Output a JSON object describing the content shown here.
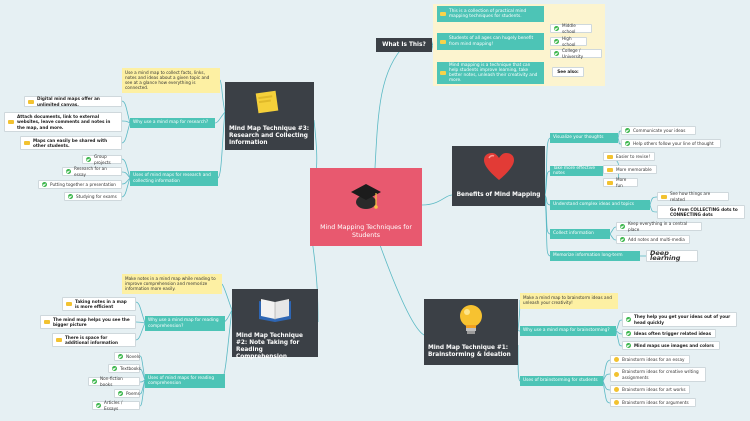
{
  "center": {
    "title": "Mind Mapping Techniques for Students",
    "icon": "graduation-cap-icon"
  },
  "what_is_this": {
    "title": "What Is This?",
    "items": [
      {
        "text": "This is a collection of practical mind mapping techniques for students."
      },
      {
        "text": "Students of all ages can hugely benefit from mind mapping!",
        "children": [
          "Middle school",
          "High school",
          "College / University"
        ]
      },
      {
        "text": "Mind mapping is a technique that can help students improve learning, take better notes, unleash their creativity and more.",
        "tag": "See also:"
      }
    ]
  },
  "benefits": {
    "title": "Benefits of Mind Mapping",
    "icon": "heart-icon",
    "branches": [
      {
        "label": "Visualize your thoughts",
        "children": [
          "Communicate your ideas",
          "Help others follow your line of thought"
        ]
      },
      {
        "label": "Take more effective notes",
        "children": [
          "Easier to revise!",
          "More memorable",
          "More fun"
        ]
      },
      {
        "label": "Understand complex ideas and topics",
        "children": [
          "See how things are related",
          "Go from COLLECTING dots to CONNECTING dots"
        ]
      },
      {
        "label": "Collect information",
        "children": [
          "Keep everything in a central place",
          "Add notes and multi-media"
        ]
      },
      {
        "label": "Memorize information long-term",
        "children": [
          "Deep learning"
        ]
      }
    ]
  },
  "technique3": {
    "title": "Mind Map Technique #3: Research and Collecting Information",
    "icon": "sticky-note-icon",
    "note": "Use a mind map to collect facts, links, notes and ideas about a given topic and see at a glance how everything is connected.",
    "why_label": "Why use a mind map for research?",
    "why_children": [
      "Digital mind maps offer an unlimited canvas.",
      "Attach documents, link to external websites, leave comments and notes in the map, and more.",
      "Maps can easily be shared with other students."
    ],
    "uses_label": "Uses of mind maps for research and collecting information",
    "uses_children": [
      "Group projects",
      "Research for an essay",
      "Putting together a presentation",
      "Studying for exams"
    ]
  },
  "technique2": {
    "title": "Mind Map Technique #2: Note Taking for Reading Comprehension",
    "icon": "book-icon",
    "note": "Make notes in a mind map while reading to improve comprehension and memorize information more easily.",
    "why_label": "Why use a mind map for reading comprehension?",
    "why_children": [
      "Taking notes in a map is more efficient",
      "The mind map helps you see the bigger picture",
      "There is space for additional information"
    ],
    "uses_label": "Uses of mind maps for reading comprehension",
    "uses_children": [
      "Novels",
      "Textbooks",
      "Non-fiction books",
      "Poems",
      "Articles / Essays"
    ]
  },
  "technique1": {
    "title": "Mind Map Technique #1: Brainstorming & Ideation",
    "icon": "light-bulb-icon",
    "note": "Make a mind map to brainstorm ideas and unleash your creativity!",
    "why_label": "Why use a mind map for brainstorming?",
    "why_children": [
      "They help you get your ideas out of your head quickly",
      "Ideas often trigger related ideas",
      "Mind maps use images and colors"
    ],
    "uses_label": "Uses of brainstorming for students",
    "uses_children": [
      "Brainstorm ideas for an essay",
      "Brainstorm ideas for creative writing assignments",
      "Brainstorm ideas for art works",
      "Brainstorm ideas for arguments"
    ]
  },
  "colors": {
    "background": "#e6f0f3",
    "center": "#e8596f",
    "dark": "#3b4046",
    "teal": "#4dc4b6",
    "note": "#fdf0a3",
    "link": "#5ab9c4"
  }
}
